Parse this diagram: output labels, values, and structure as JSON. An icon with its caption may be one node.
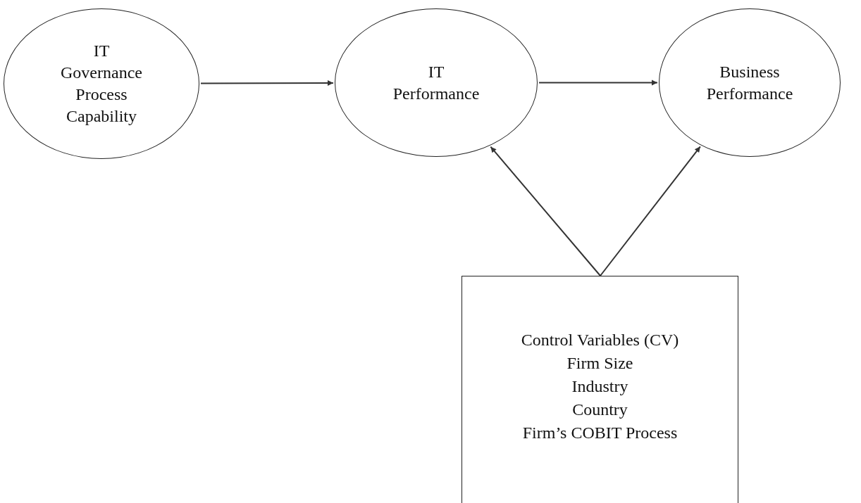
{
  "diagram": {
    "nodes": [
      {
        "text": [
          "IT Governance Process Capability"
        ]
      },
      {
        "text": [
          "IT Performance"
        ]
      },
      {
        "text": [
          "Business Performance"
        ]
      },
      {
        "text": [
          "Control Variables (CV)",
          "Firm Size",
          "Industry",
          "Country",
          "Firm’s COBIT Process"
        ]
      }
    ],
    "edges": [
      {
        "from": 0,
        "to": 1,
        "arrow": "to"
      },
      {
        "from": 1,
        "to": 2,
        "arrow": "to"
      },
      {
        "from": 3,
        "to": 1,
        "arrow": "to"
      },
      {
        "from": 3,
        "to": 2,
        "arrow": "to"
      }
    ]
  }
}
